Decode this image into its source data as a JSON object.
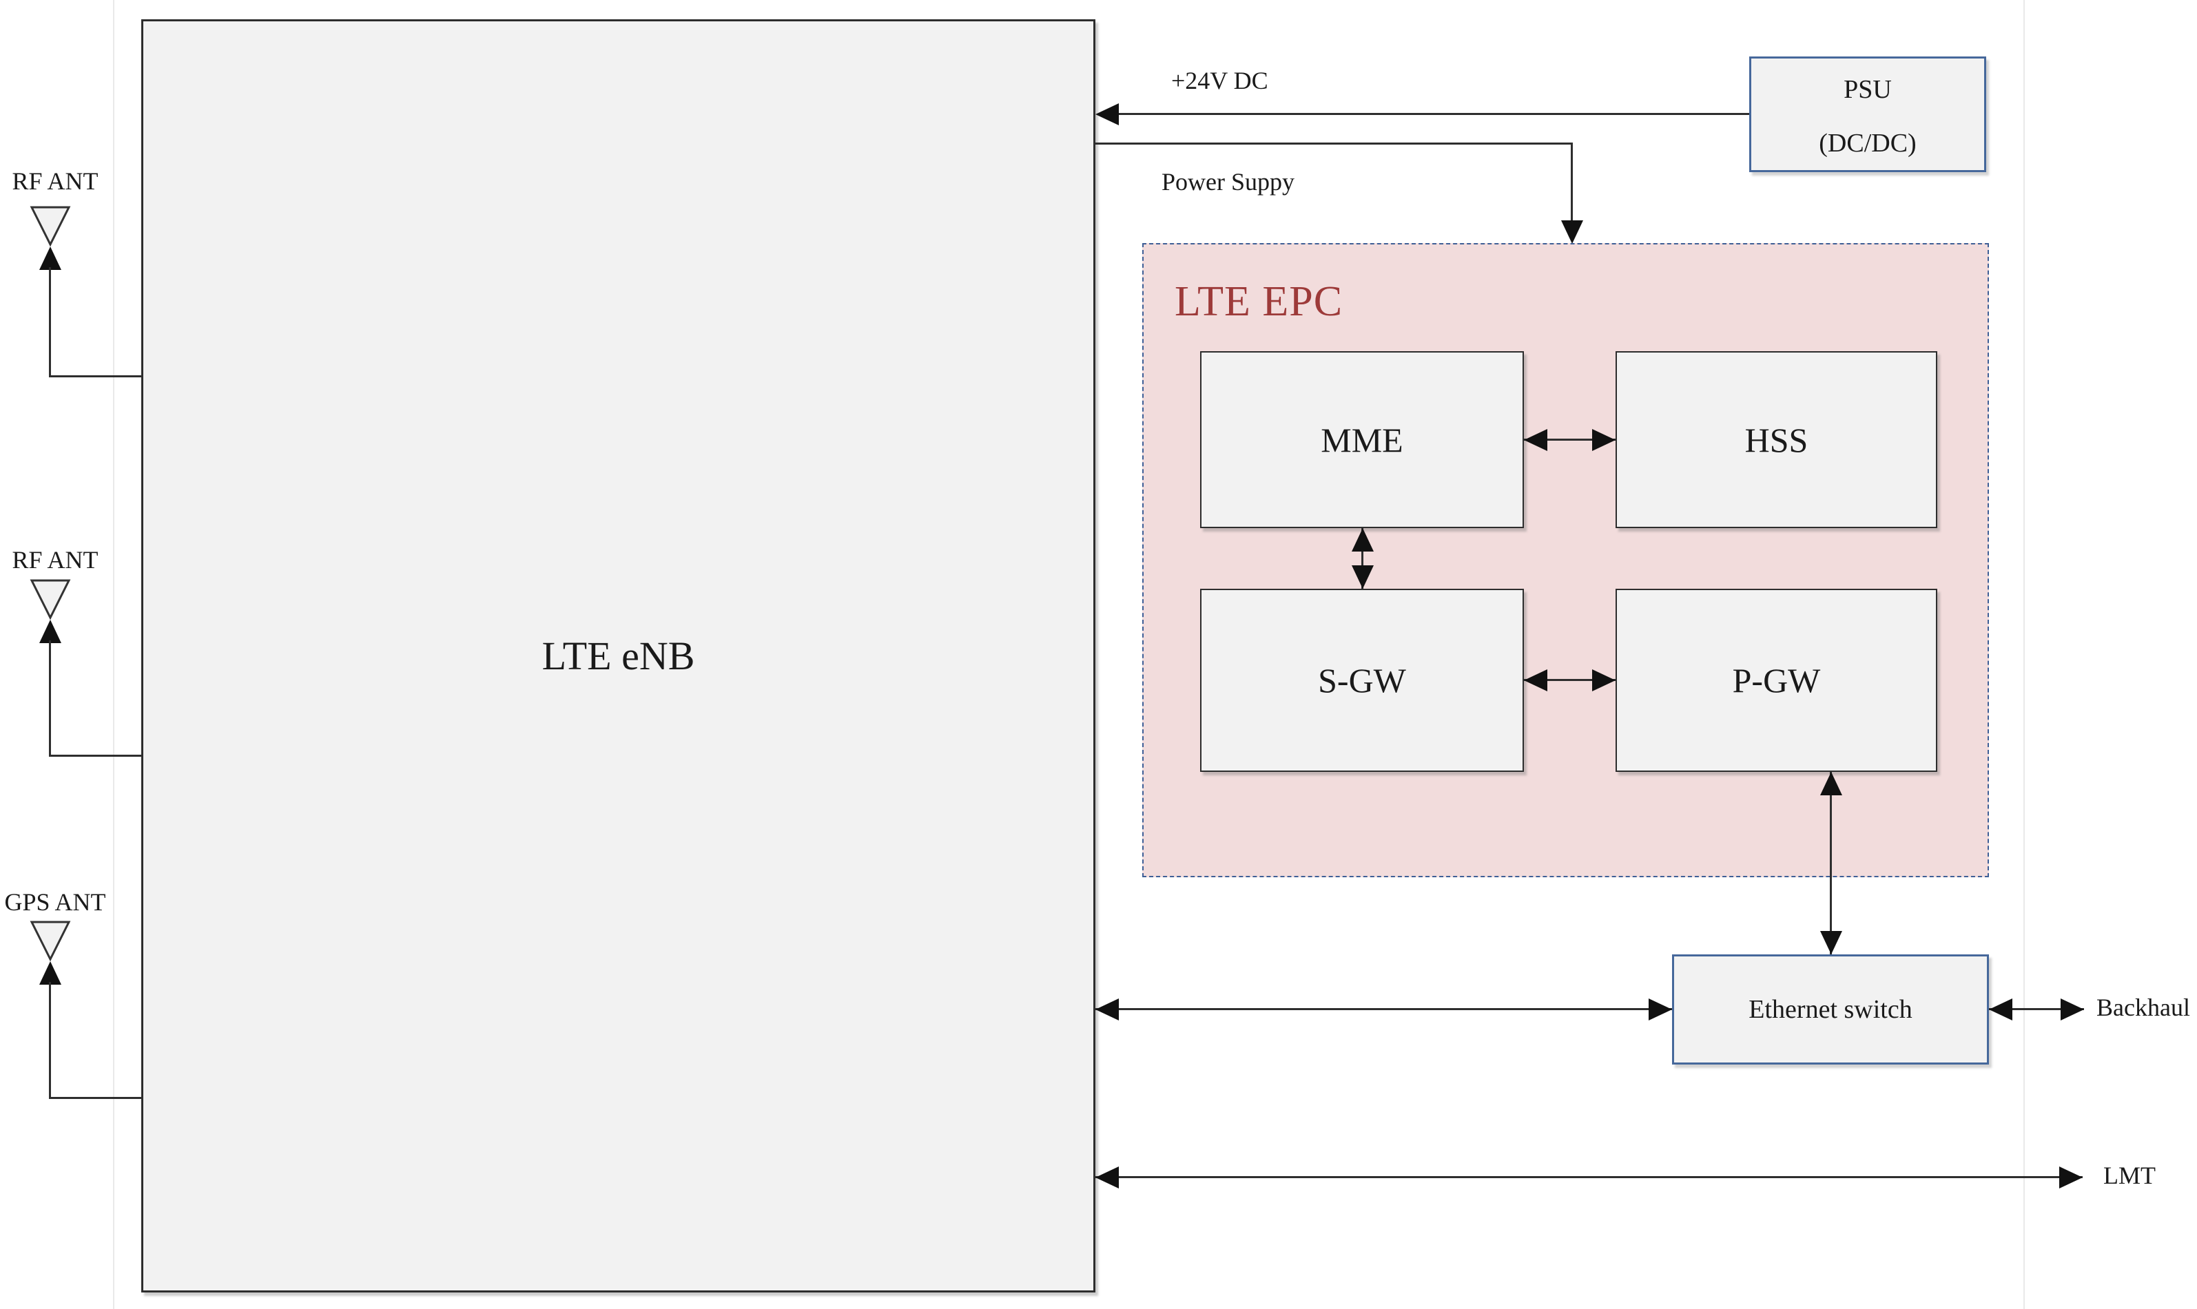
{
  "colors": {
    "box_fill": "#f2f2f2",
    "blue_border": "#46689b",
    "epc_fill": "#f2dcdc",
    "epc_border": "#3f5f96",
    "epc_title": "#9d3a39"
  },
  "antennas": [
    {
      "label": "RF ANT"
    },
    {
      "label": "RF ANT"
    },
    {
      "label": "GPS ANT"
    }
  ],
  "enb": {
    "label": "LTE eNB"
  },
  "psu": {
    "name": "PSU",
    "sub": "(DC/DC)"
  },
  "power": {
    "voltage_label": "+24V DC",
    "supply_label": "Power Suppy"
  },
  "epc": {
    "title": "LTE EPC",
    "nodes": [
      {
        "label": "MME"
      },
      {
        "label": "HSS"
      },
      {
        "label": "S-GW"
      },
      {
        "label": "P-GW"
      }
    ]
  },
  "ethernet_switch": {
    "label": "Ethernet switch"
  },
  "backhaul_label": "Backhaul",
  "lmt_label": "LMT"
}
